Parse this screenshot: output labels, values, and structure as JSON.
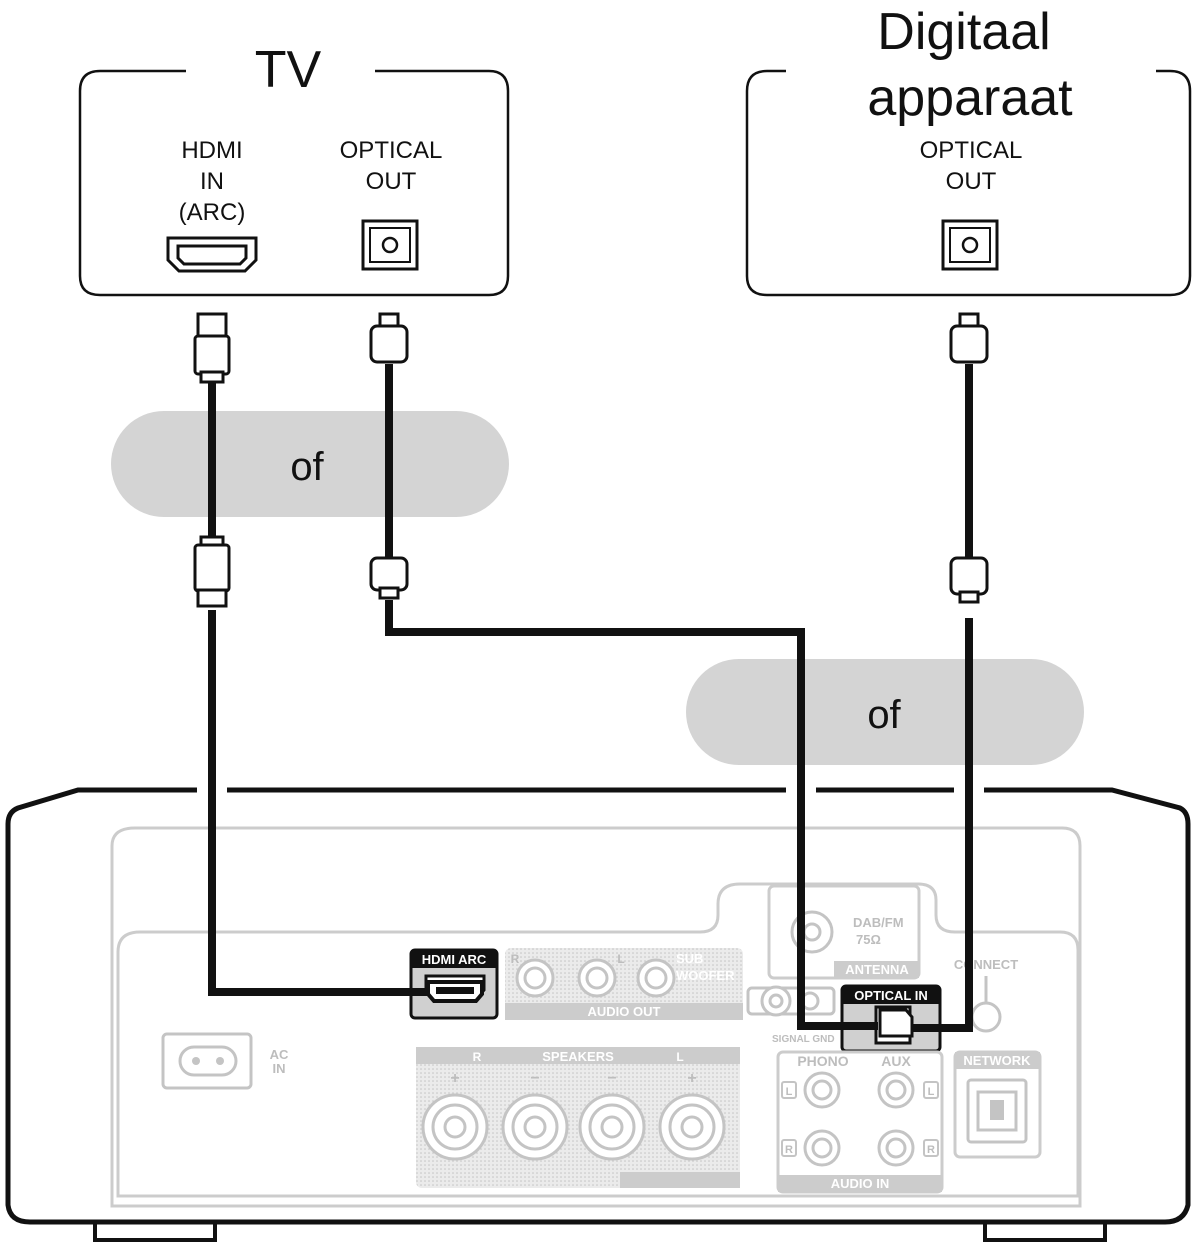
{
  "tv": {
    "title": "TV",
    "hdmi_label_lines": [
      "HDMI",
      "IN",
      "(ARC)"
    ],
    "optical_label_lines": [
      "OPTICAL",
      "OUT"
    ]
  },
  "digital_device": {
    "title_lines": [
      "Digitaal",
      "apparaat"
    ],
    "optical_label_lines": [
      "OPTICAL",
      "OUT"
    ]
  },
  "alternatives": {
    "or_label_1": "of",
    "or_label_2": "of"
  },
  "receiver": {
    "hdmi_arc": "HDMI ARC",
    "audio_out": "AUDIO OUT",
    "audio_out_r": "R",
    "audio_out_l": "L",
    "subwoofer_lines": [
      "SUB",
      "WOOFER"
    ],
    "antenna": "ANTENNA",
    "dab_fm_lines": [
      "DAB/FM",
      "75Ω"
    ],
    "connect": "CONNECT",
    "optical_in": "OPTICAL IN",
    "signal_gnd": "SIGNAL GND",
    "ac_in_lines": [
      "AC",
      "IN"
    ],
    "speakers": "SPEAKERS",
    "speakers_r": "R",
    "speakers_l": "L",
    "phono": "PHONO",
    "aux": "AUX",
    "audio_in": "AUDIO IN",
    "network": "NETWORK",
    "channel_l": "L",
    "channel_r": "R"
  },
  "colors": {
    "line": "#111111",
    "faded": "#cccccc",
    "faded_text": "#bdbdbd",
    "bubble": "#d4d4d4",
    "label_fill": "#111111",
    "jack_fill": "#d0d0d0"
  }
}
